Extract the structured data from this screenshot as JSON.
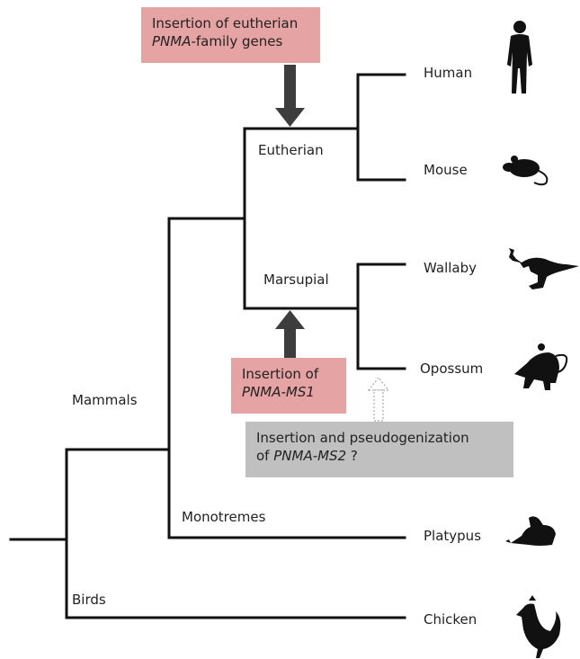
{
  "clades": {
    "eutherian": "Eutherian",
    "marsupial": "Marsupial",
    "mammals": "Mammals",
    "monotremes": "Monotremes",
    "birds": "Birds"
  },
  "taxa": {
    "human": "Human",
    "mouse": "Mouse",
    "wallaby": "Wallaby",
    "opossum": "Opossum",
    "platypus": "Platypus",
    "chicken": "Chicken"
  },
  "events": {
    "eutherian_insertion": {
      "line1": "Insertion of eutherian",
      "italic": "PNMA",
      "rest": "-family genes"
    },
    "ms1_insertion": {
      "line1": "Insertion of",
      "italic": "PNMA-MS1"
    },
    "ms2_insertion": {
      "line1": "Insertion and pseudogenization",
      "prefix": "of ",
      "italic": "PNMA-MS2",
      "suffix": " ?"
    }
  },
  "icons": [
    "human-icon",
    "mouse-icon",
    "wallaby-icon",
    "opossum-icon",
    "platypus-icon",
    "rooster-icon"
  ],
  "colors": {
    "branch": "#111111",
    "event_box": "#e6a3a3",
    "uncertain_box": "#c0c0c0",
    "solid_arrow": "#3d3d3d",
    "dotted_arrow": "#999999"
  }
}
